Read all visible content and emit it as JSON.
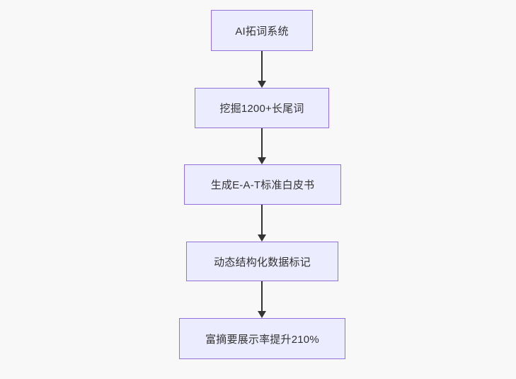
{
  "diagram": {
    "type": "flowchart",
    "direction": "top-down",
    "nodes": [
      {
        "label": "AI拓词系统"
      },
      {
        "label": "挖掘1200+长尾词"
      },
      {
        "label": "生成E-A-T标准白皮书"
      },
      {
        "label": "动态结构化数据标记"
      },
      {
        "label": "富摘要展示率提升210%"
      }
    ],
    "edges": [
      {
        "from": 0,
        "to": 1
      },
      {
        "from": 1,
        "to": 2
      },
      {
        "from": 2,
        "to": 3
      },
      {
        "from": 3,
        "to": 4
      }
    ],
    "colors": {
      "background": "#F8F8F8",
      "node_fill": "#ECECFF",
      "node_border": "#9370DB",
      "connector": "#333333",
      "text": "#333333"
    }
  }
}
